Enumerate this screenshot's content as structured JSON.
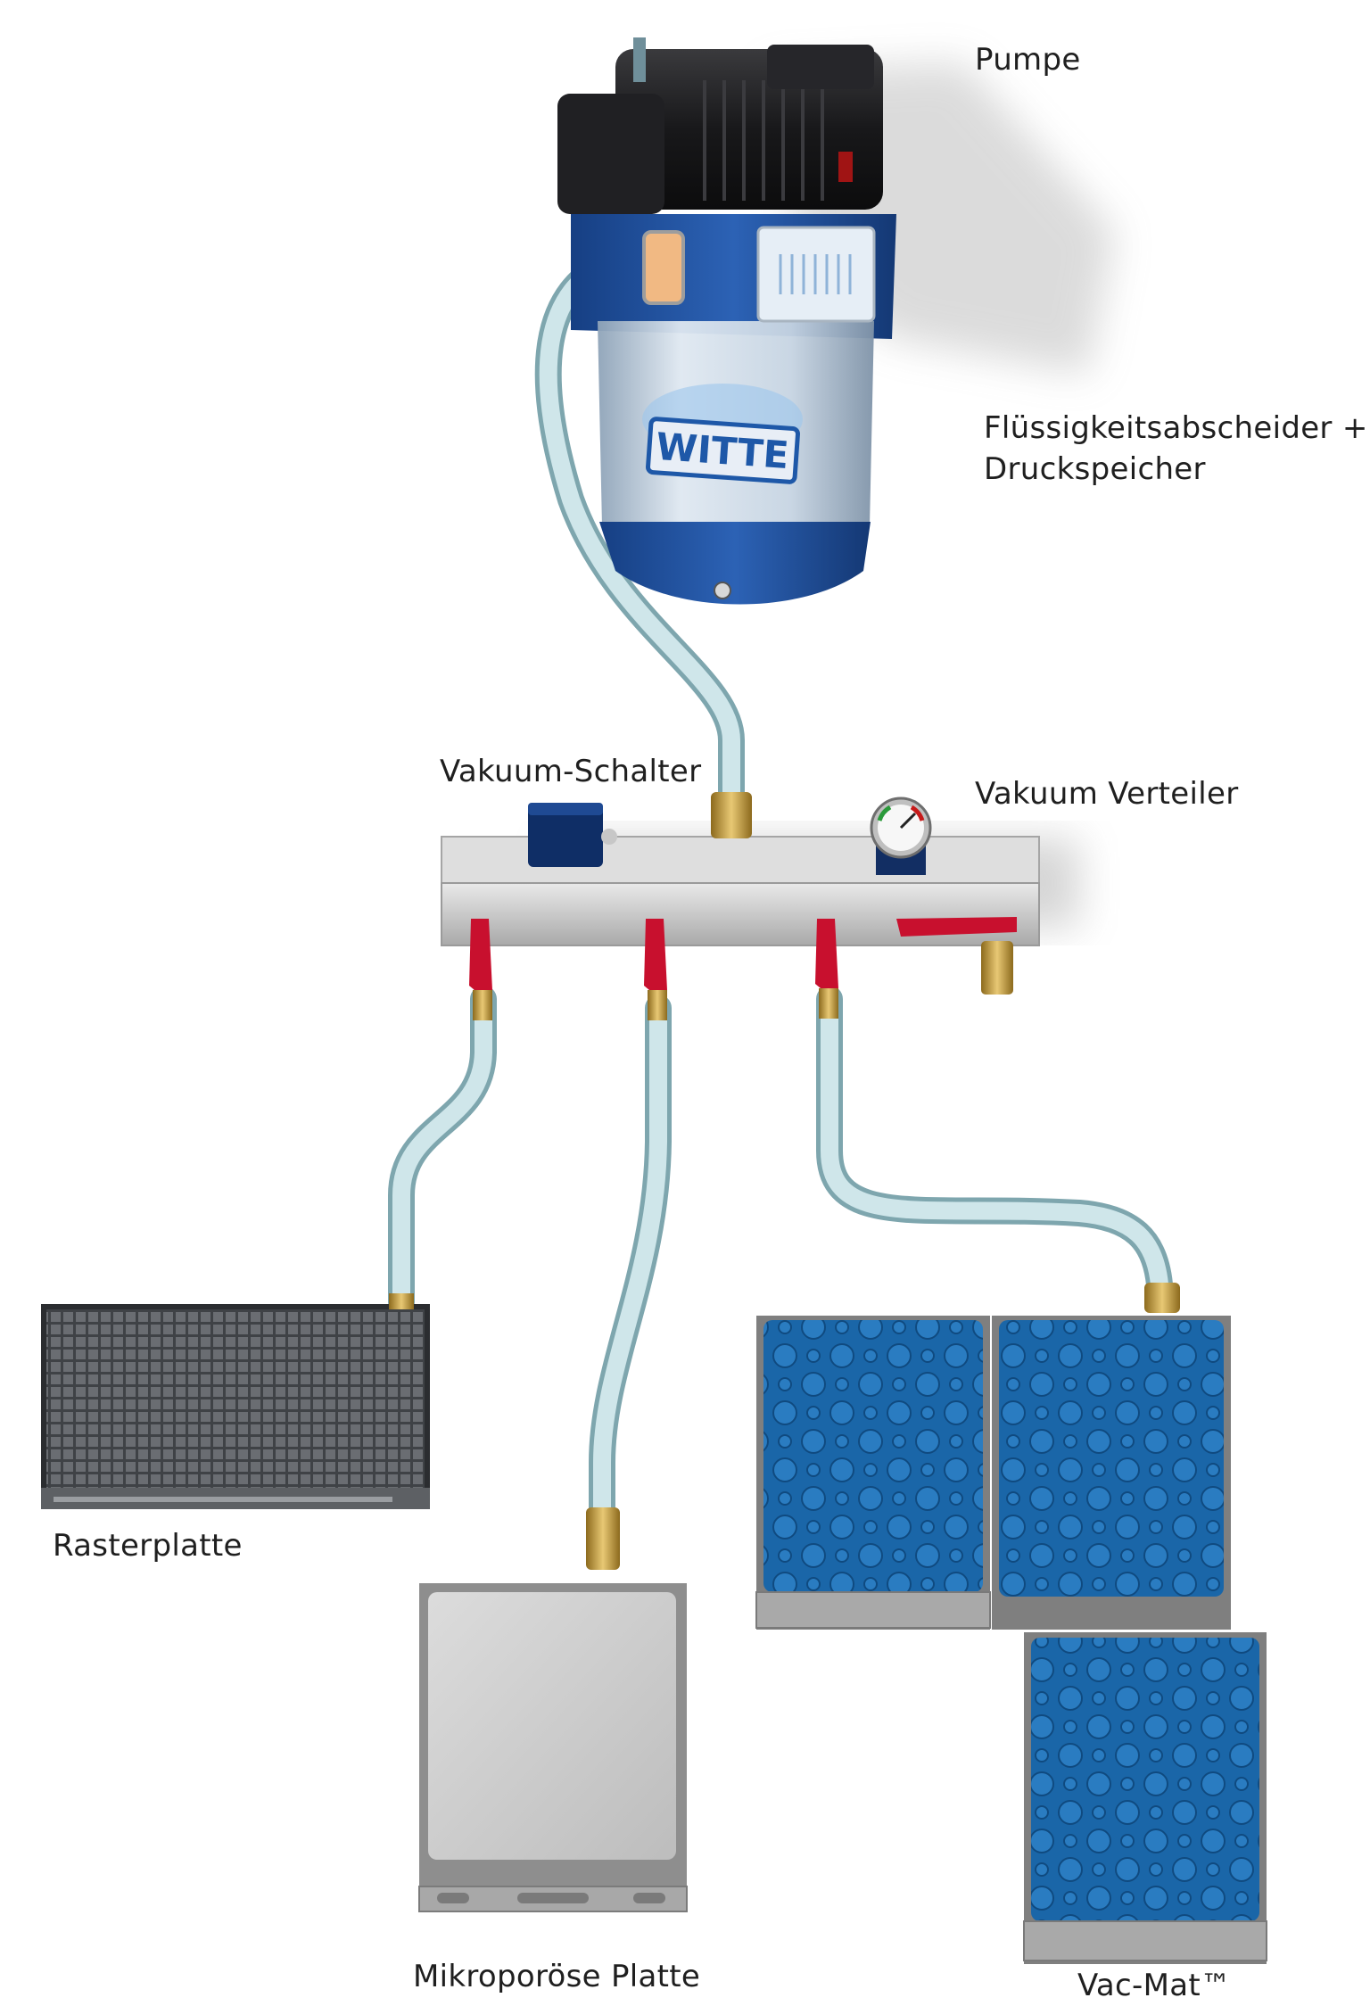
{
  "labels": {
    "pump": "Pumpe",
    "separator_line1": "Flüssigkeitsabscheider +",
    "separator_line2": "Druckspeicher",
    "vacuum_switch": "Vakuum-Schalter",
    "manifold": "Vakuum Verteiler",
    "grid_plate": "Rasterplatte",
    "microporous_plate": "Mikroporöse Platte",
    "vac_mat": "Vac-Mat™"
  },
  "logo": "WITTE",
  "colors": {
    "pump_blue": "#1f4f9c",
    "motor_black": "#1d1d1f",
    "hose": "#a9cdd4",
    "valve_red": "#c8102e",
    "brass": "#c9a040",
    "manifold_gray": "#cfcfcf",
    "mat_blue": "#1c6fb0",
    "grid_plate": "#55585c",
    "micro_plate": "#cfcfcf"
  }
}
